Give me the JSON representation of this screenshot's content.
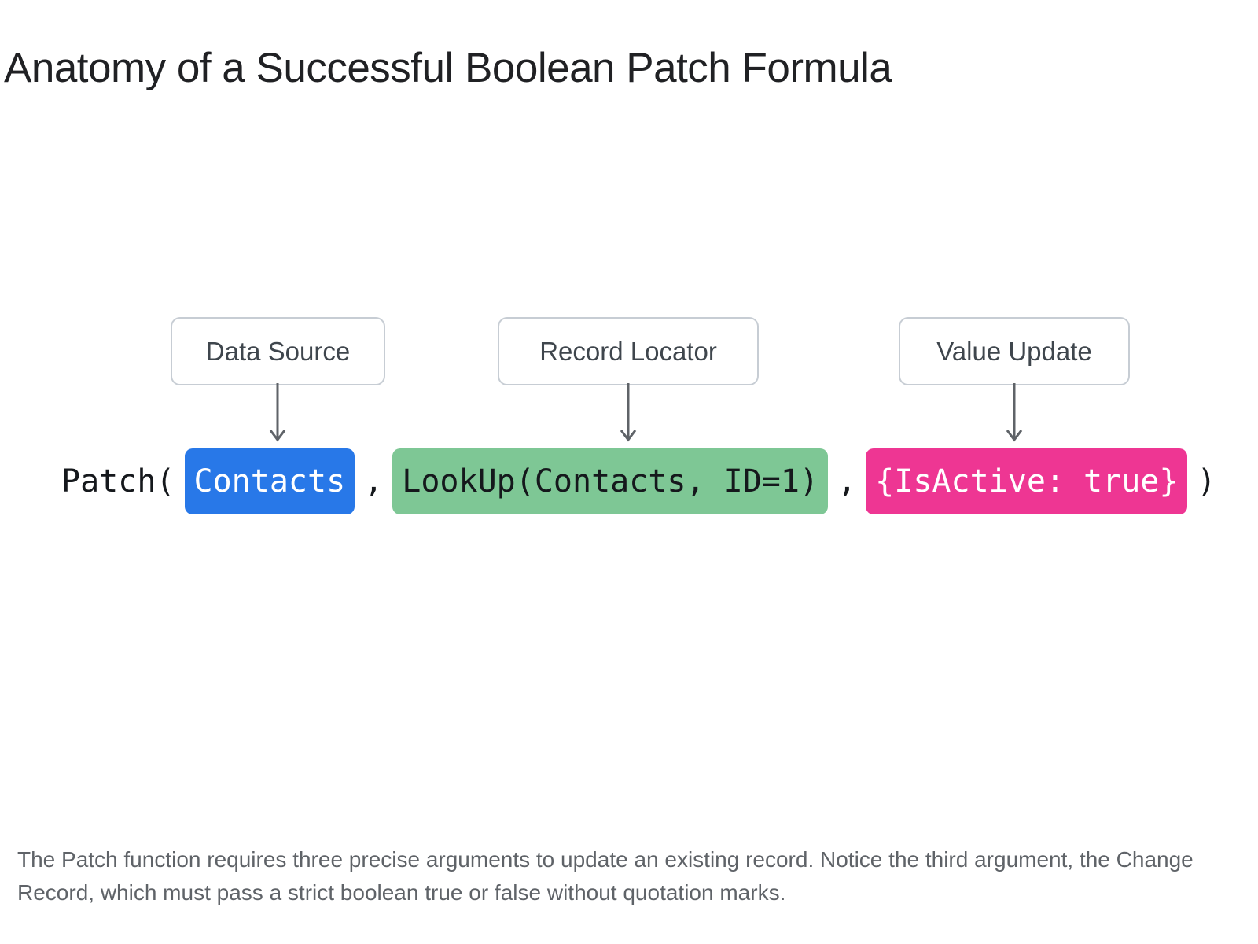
{
  "title": "Anatomy of a Successful Boolean Patch Formula",
  "labels": {
    "data_source": "Data Source",
    "record_locator": "Record Locator",
    "value_update": "Value Update"
  },
  "formula": {
    "prefix": "Patch(",
    "data_source_arg": "Contacts",
    "separator1": ",",
    "record_locator_arg": "LookUp(Contacts, ID=1)",
    "separator2": ",",
    "value_update_arg": "{IsActive: true}",
    "suffix": ")"
  },
  "caption": "The Patch function requires three precise arguments to update an existing record. Notice the third argument, the Change Record, which must pass a strict boolean true or false without quotation marks.",
  "colors": {
    "data_source_chip_bg": "#2878e8",
    "record_locator_chip_bg": "#7ec795",
    "value_update_chip_bg": "#ee3693",
    "arrow": "#5f6368"
  }
}
